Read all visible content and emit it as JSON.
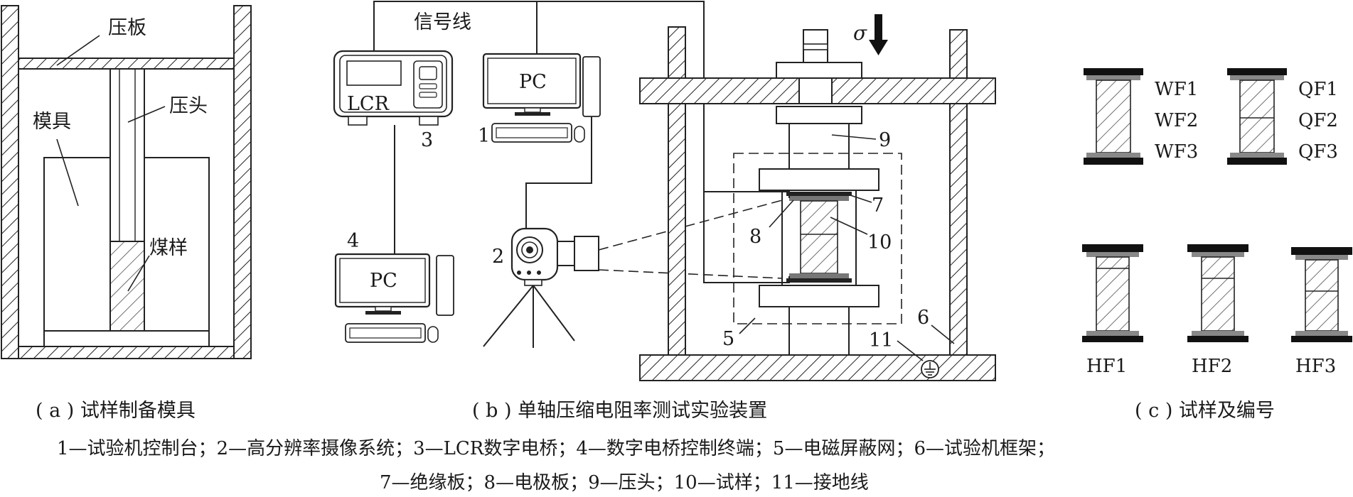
{
  "panel_a": {
    "label_press_plate": "压板",
    "label_indenter": "压头",
    "label_mold": "模具",
    "label_coal_sample": "煤样",
    "caption": "( a ) 试样制备模具"
  },
  "panel_b": {
    "label_signal_line": "信号线",
    "label_lcr": "LCR",
    "label_pc_top": "PC",
    "label_pc_bottom": "PC",
    "label_sigma": "σ",
    "num_1": "1",
    "num_2": "2",
    "num_3": "3",
    "num_4": "4",
    "num_5": "5",
    "num_6": "6",
    "num_7": "7",
    "num_8": "8",
    "num_9": "9",
    "num_10": "10",
    "num_11": "11",
    "caption": "( b ) 单轴压缩电阻率测试实验装置"
  },
  "panel_c": {
    "wf1": "WF1",
    "wf2": "WF2",
    "wf3": "WF3",
    "qf1": "QF1",
    "qf2": "QF2",
    "qf3": "QF3",
    "hf1": "HF1",
    "hf2": "HF2",
    "hf3": "HF3",
    "caption": "( c ) 试样及编号"
  },
  "legend": {
    "line1": "1—试验机控制台；2—高分辨率摄像系统；3—LCR数字电桥；4—数字电桥控制终端；5—电磁屏蔽网；6—试验机框架；",
    "line2": "7—绝缘板；8—电极板；9—压头；10—试样；11—接地线"
  }
}
